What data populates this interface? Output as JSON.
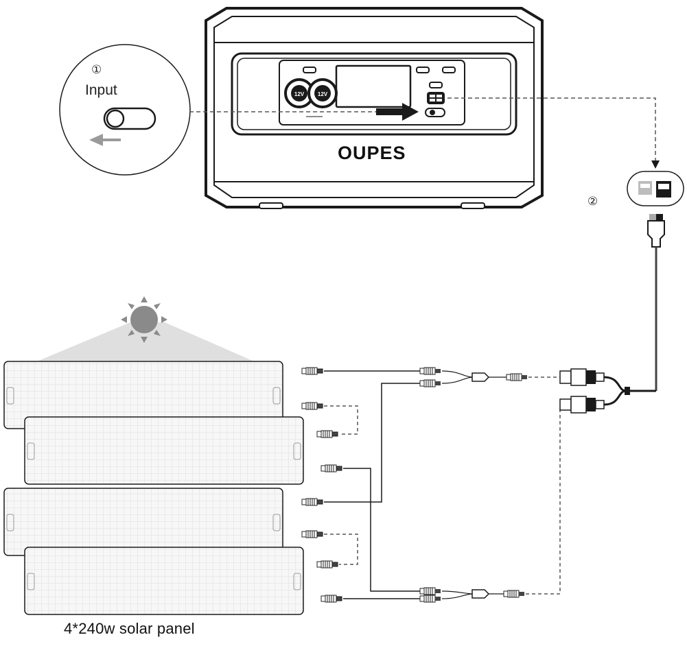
{
  "diagram": {
    "step1_marker": "①",
    "step1_label": "Input",
    "step2_marker": "②",
    "brand": "OUPES",
    "port_label": "12V",
    "caption": "4*240w solar panel"
  },
  "colors": {
    "line": "#1a1a1a",
    "dashed": "#555555",
    "panel_fill": "#f6f6f6",
    "panel_grid": "#dcdcdc",
    "sun": "#8a8a8a",
    "beam": "#d9d9d9",
    "arrow_gray": "#9a9a9a"
  }
}
